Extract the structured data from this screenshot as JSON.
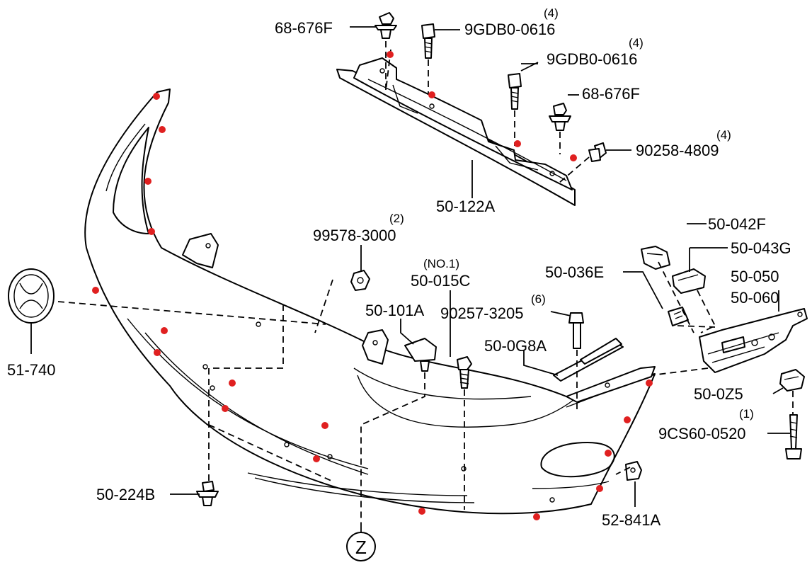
{
  "diagram": {
    "callouts": [
      {
        "id": "c1",
        "part": "68-676F",
        "qty": ""
      },
      {
        "id": "c2",
        "part": "9GDB0-0616",
        "qty": "(4)"
      },
      {
        "id": "c3",
        "part": "9GDB0-0616",
        "qty": "(4)"
      },
      {
        "id": "c4",
        "part": "68-676F",
        "qty": ""
      },
      {
        "id": "c5",
        "part": "90258-4809",
        "qty": "(4)"
      },
      {
        "id": "c6",
        "part": "50-122A",
        "qty": ""
      },
      {
        "id": "c7",
        "part": "99578-3000",
        "qty": "(2)"
      },
      {
        "id": "c8",
        "part": "50-015C",
        "qty": "(NO.1)"
      },
      {
        "id": "c9",
        "part": "50-101A",
        "qty": ""
      },
      {
        "id": "c10",
        "part": "90257-3205",
        "qty": "(6)"
      },
      {
        "id": "c11",
        "part": "50-036E",
        "qty": ""
      },
      {
        "id": "c12",
        "part": "50-042F",
        "qty": ""
      },
      {
        "id": "c13",
        "part": "50-043G",
        "qty": ""
      },
      {
        "id": "c14",
        "part": "50-050",
        "qty": ""
      },
      {
        "id": "c15",
        "part": "50-060",
        "qty": ""
      },
      {
        "id": "c16",
        "part": "50-0G8A",
        "qty": ""
      },
      {
        "id": "c17",
        "part": "50-0Z5",
        "qty": ""
      },
      {
        "id": "c18",
        "part": "9CS60-0520",
        "qty": "(1)"
      },
      {
        "id": "c19",
        "part": "52-841A",
        "qty": ""
      },
      {
        "id": "c20",
        "part": "50-224B",
        "qty": ""
      },
      {
        "id": "c21",
        "part": "51-740",
        "qty": ""
      }
    ],
    "view_marker": "Z",
    "marker_color": "#e02020"
  }
}
